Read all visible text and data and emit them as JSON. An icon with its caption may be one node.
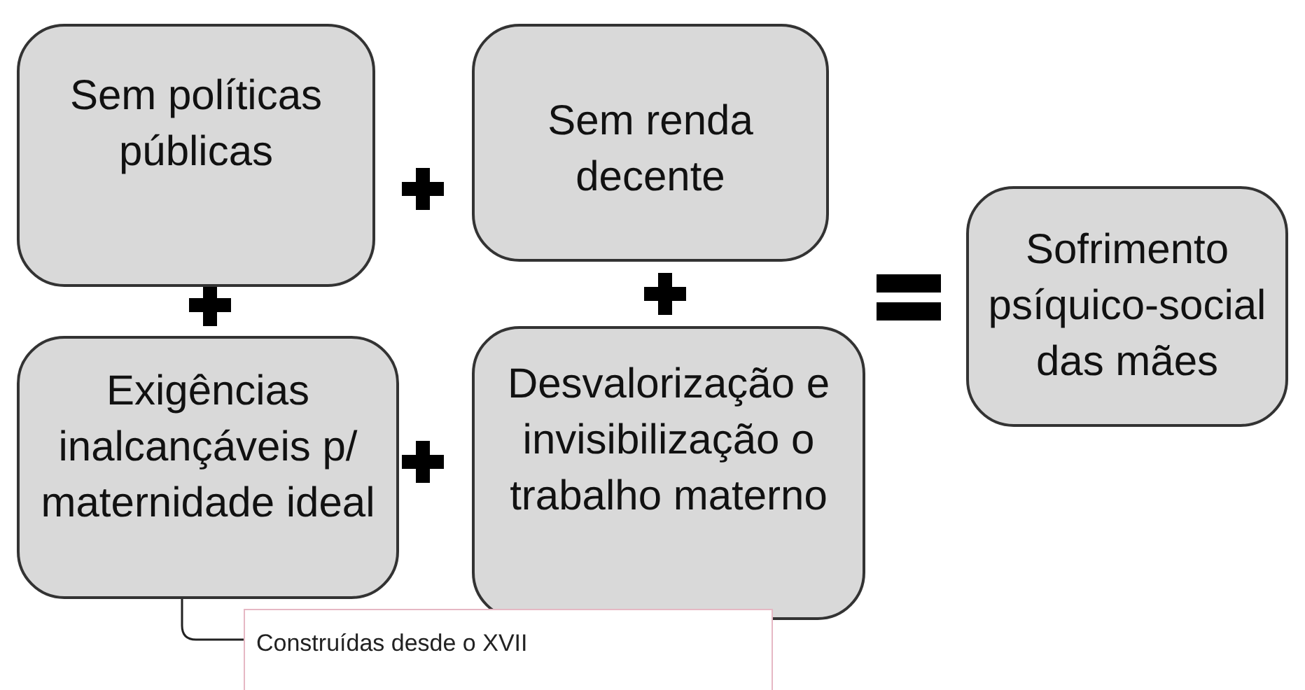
{
  "diagram": {
    "nodes": [
      {
        "text": [
          "Sem políticas públicas"
        ]
      },
      {
        "text": [
          "Sem renda decente"
        ]
      },
      {
        "text": [
          "Sofrimento psíquico-social das mães"
        ]
      },
      {
        "text": [
          "Exigências inalcançáveis p/ maternidade ideal"
        ]
      },
      {
        "text": [
          "Desvalorização e invisibilização o trabalho materno"
        ]
      },
      {
        "text": [
          "Construídas desde o XVII"
        ]
      }
    ],
    "edges": [
      {
        "from": 5,
        "to": 3,
        "arrow": "none"
      }
    ]
  }
}
